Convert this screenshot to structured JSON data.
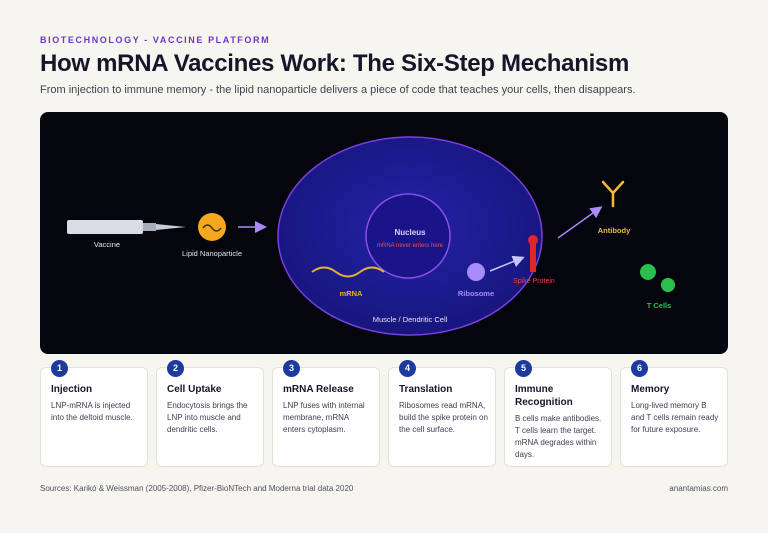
{
  "header": {
    "eyebrow": "BIOTECHNOLOGY - VACCINE PLATFORM",
    "title": "How mRNA Vaccines Work: The Six-Step Mechanism",
    "subtitle": "From injection to immune memory - the lipid nanoparticle delivers a piece of code that teaches your cells, then disappears."
  },
  "diagram": {
    "labels": {
      "vaccine": "Vaccine",
      "lnp": "Lipid Nanoparticle",
      "nucleus": "Nucleus",
      "nucleus_note": "mRNA never enters here",
      "mrna": "mRNA",
      "ribosome": "Ribosome",
      "spike": "Spike Protein",
      "antibody": "Antibody",
      "tcells": "T Cells",
      "cell": "Muscle / Dendritic Cell"
    },
    "colors": {
      "background": "#05050d",
      "cell_fill": "#1f1e8a",
      "cell_stroke": "#7b3fe0",
      "lnp": "#f4a81d",
      "mrna": "#e7b431",
      "ribosome": "#a78bfa",
      "spike": "#e0262b",
      "antibody": "#f6b93b",
      "tcells": "#2bbf4e",
      "arrow": "#a78bfa"
    }
  },
  "steps": [
    {
      "number": "1",
      "title": "Injection",
      "description": "LNP-mRNA is injected into the deltoid muscle."
    },
    {
      "number": "2",
      "title": "Cell Uptake",
      "description": "Endocytosis brings the LNP into muscle and dendritic cells."
    },
    {
      "number": "3",
      "title": "mRNA Release",
      "description": "LNP fuses with internal membrane, mRNA enters cytoplasm."
    },
    {
      "number": "4",
      "title": "Translation",
      "description": "Ribosomes read mRNA, build the spike protein on the cell surface."
    },
    {
      "number": "5",
      "title": "Immune Recognition",
      "description": "B cells make antibodies. T cells learn the target. mRNA degrades within days."
    },
    {
      "number": "6",
      "title": "Memory",
      "description": "Long-lived memory B and T cells remain ready for future exposure."
    }
  ],
  "footer": {
    "sources": "Sources: Karikó & Weissman (2005-2008), Pfizer-BioNTech and Moderna trial data 2020",
    "site": "anantamias.com"
  }
}
